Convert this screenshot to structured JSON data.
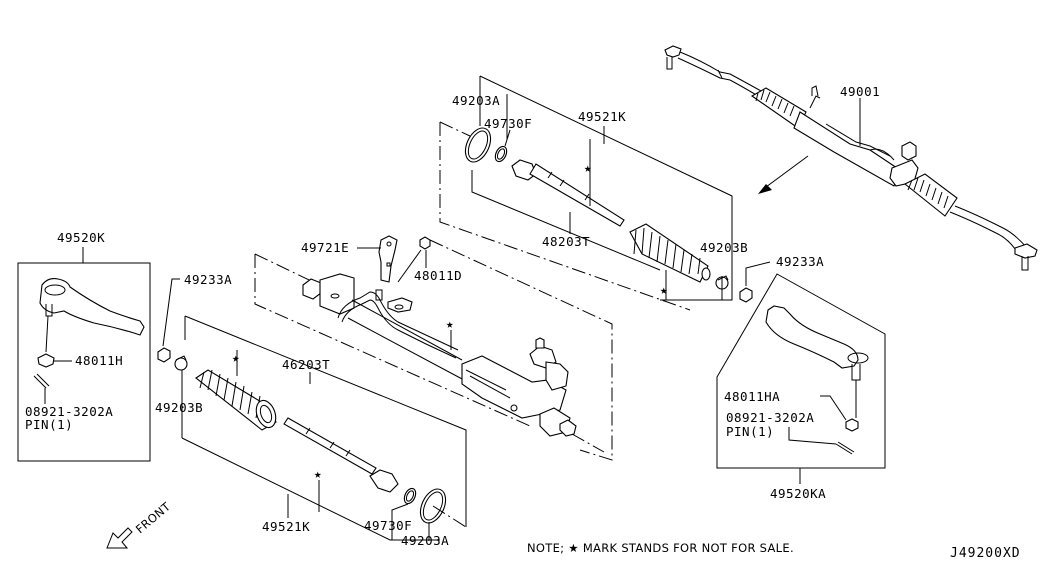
{
  "diagram": {
    "id_code": "J49200XD",
    "note": "NOTE; ★ MARK STANDS FOR NOT FOR SALE.",
    "front_label": "FRONT",
    "labels": {
      "p49001": "49001",
      "p49520K": "49520K",
      "p48011H": "48011H",
      "p08921_left": "08921-3202A",
      "pin_left": "PIN(1)",
      "p49233A_left": "49233A",
      "p49203B_left": "49203B",
      "p49721E": "49721E",
      "p48011D": "48011D",
      "p46203T": "46203T",
      "p48203T": "48203T",
      "p49521K_bottom": "49521K",
      "p49730F_bottom": "49730F",
      "p49203A_bottom": "49203A",
      "p49203A_top": "49203A",
      "p49730F_top": "49730F",
      "p49521K_top": "49521K",
      "p49203B_right": "49203B",
      "p49233A_right": "49233A",
      "p48011HA": "48011HA",
      "p08921_right": "08921-3202A",
      "pin_right": "PIN(1)",
      "p49520KA": "49520KA"
    },
    "not_for_sale_marks": [
      "48203T-left-boot",
      "49521K-bottom",
      "gear-assembly-center",
      "49521K-top",
      "48203T-right-boot"
    ]
  }
}
